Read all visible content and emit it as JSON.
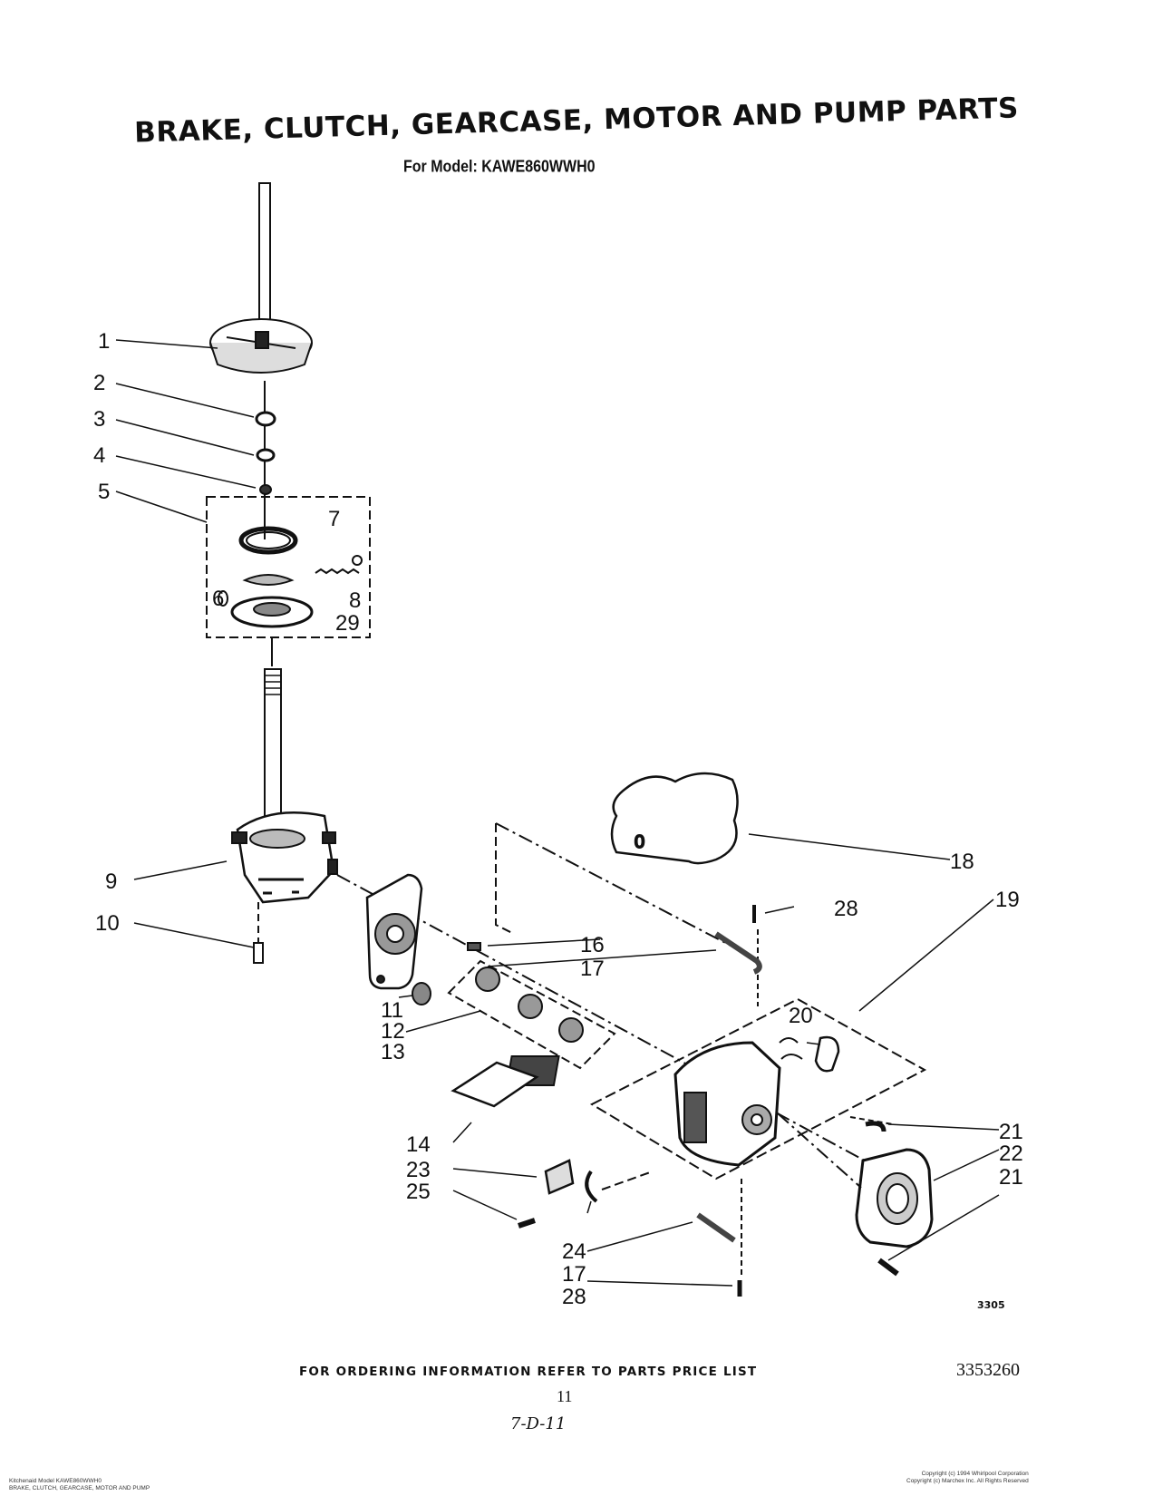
{
  "title": "BRAKE, CLUTCH, GEARCASE, MOTOR AND PUMP PARTS",
  "subtitle": "For Model: KAWE860WWH0",
  "labels": {
    "l1": "1",
    "l2": "2",
    "l3": "3",
    "l4": "4",
    "l5": "5",
    "l6": "6",
    "l7": "7",
    "l8": "8",
    "l29": "29",
    "l9": "9",
    "l10": "10",
    "l11": "11",
    "l12": "12",
    "l13": "13",
    "l14": "14",
    "l16": "16",
    "l17a": "17",
    "l18": "18",
    "l19": "19",
    "l20": "20",
    "l21a": "21",
    "l22": "22",
    "l21b": "21",
    "l23": "23",
    "l25": "25",
    "l24": "24",
    "l17b": "17",
    "l28a": "28",
    "l28b": "28"
  },
  "gasket_mark": "0",
  "footer": "FOR ORDERING INFORMATION REFER TO PARTS PRICE LIST",
  "page_number": "11",
  "handwritten_note": "7-D-11",
  "document_number": "3353260",
  "figure_code": "3305",
  "fine_print_left": [
    "Kitchenaid Model KAWE860WWH0",
    "BRAKE, CLUTCH, GEARCASE, MOTOR AND PUMP"
  ],
  "fine_print_right": [
    "Copyright (c) 1994 Whirlpool Corporation",
    "Copyright (c) Marchex Inc. All Rights Reserved"
  ]
}
